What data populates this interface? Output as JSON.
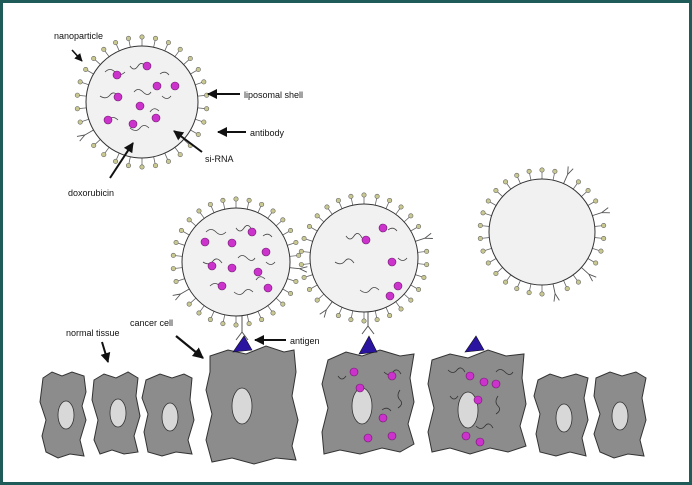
{
  "labels": {
    "nanoparticle": "nanoparticle",
    "liposomal_shell": "liposomal shell",
    "antibody": "antibody",
    "si_rna": "si-RNA",
    "doxorubicin": "doxorubicin",
    "cancer_cell": "cancer cell",
    "antigen": "antigen",
    "normal_tissue": "normal  tissue"
  },
  "colors": {
    "frame": "#1f5b58",
    "shell_fill": "#f1f1f1",
    "drug": "#cc33cc",
    "cell": "#8c8c8c",
    "nucleus": "#d8d8d8",
    "antigen": "#2a14a0",
    "lipid_head": "#c8c890"
  },
  "items": {
    "nanoparticles": [
      "legend-nanoparticle",
      "bound-nanoparticle-full",
      "bound-nanoparticle-releasing",
      "empty-nanoparticle"
    ],
    "cells": [
      "normal",
      "normal",
      "normal",
      "cancer",
      "cancer-with-drug",
      "cancer-with-drug",
      "normal",
      "normal"
    ]
  }
}
